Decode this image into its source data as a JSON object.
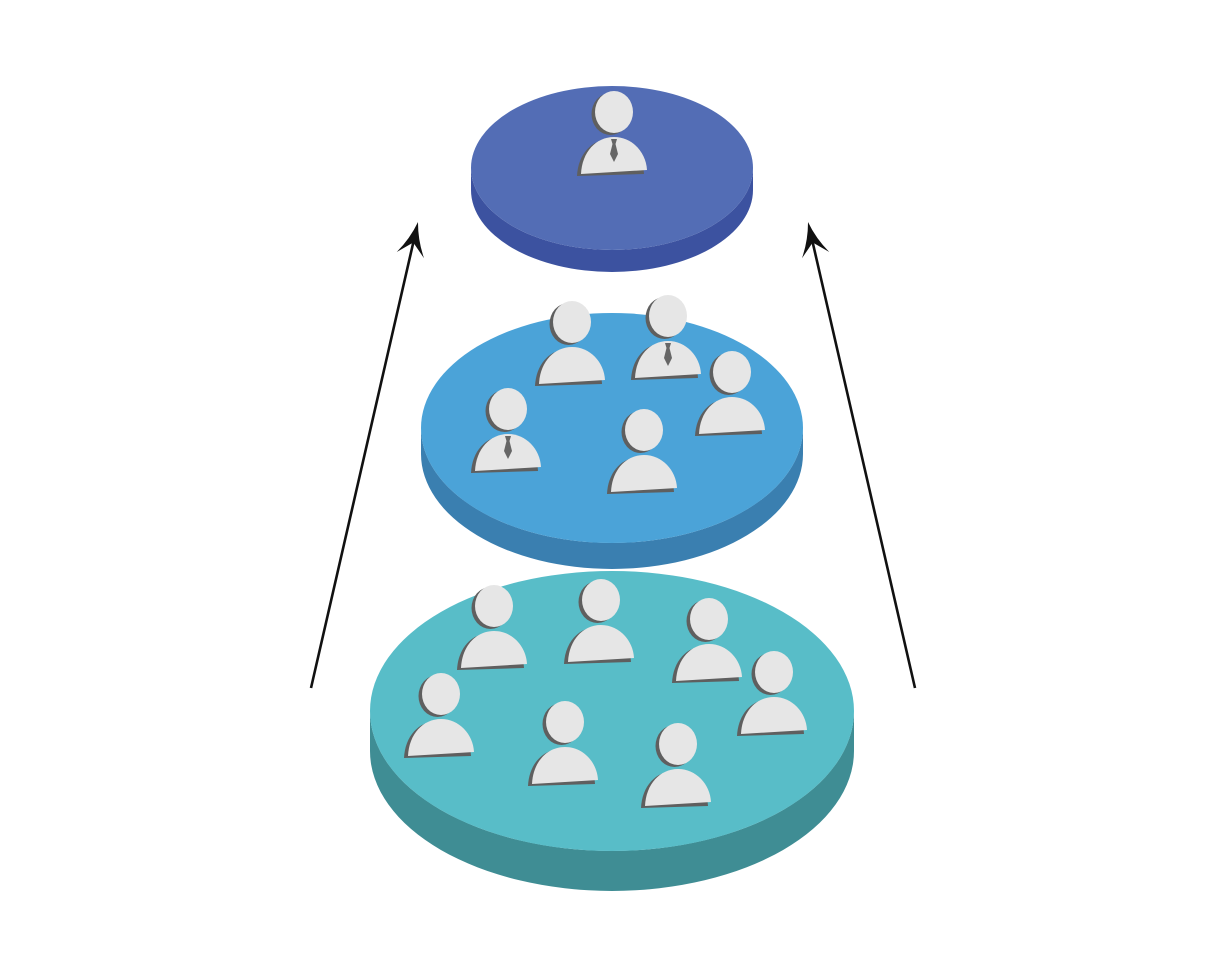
{
  "diagram": {
    "background": "#ffffff",
    "arrow_color": "#111111",
    "icon": {
      "name": "person-icon",
      "fill": "#e6e6e6",
      "shadow": "#5f5f5f",
      "tie_color": "#666666"
    },
    "tiers": [
      {
        "name": "tier-top",
        "level": "top",
        "top_color": "#536db5",
        "side_color": "#3c52a0",
        "people": [
          {
            "tie": true
          }
        ]
      },
      {
        "name": "tier-middle",
        "level": "middle",
        "top_color": "#4ba3d8",
        "side_color": "#3a7fb0",
        "people": [
          {
            "tie": false
          },
          {
            "tie": true
          },
          {
            "tie": true
          },
          {
            "tie": false
          },
          {
            "tie": false
          }
        ]
      },
      {
        "name": "tier-bottom",
        "level": "bottom",
        "top_color": "#58bdc8",
        "side_color": "#3f8d94",
        "people": [
          {
            "tie": false
          },
          {
            "tie": false
          },
          {
            "tie": false
          },
          {
            "tie": false
          },
          {
            "tie": false
          },
          {
            "tie": false
          },
          {
            "tie": false
          },
          {
            "tie": false
          }
        ]
      }
    ],
    "arrows": [
      {
        "name": "arrow-left",
        "direction": "up"
      },
      {
        "name": "arrow-right",
        "direction": "up"
      }
    ]
  }
}
